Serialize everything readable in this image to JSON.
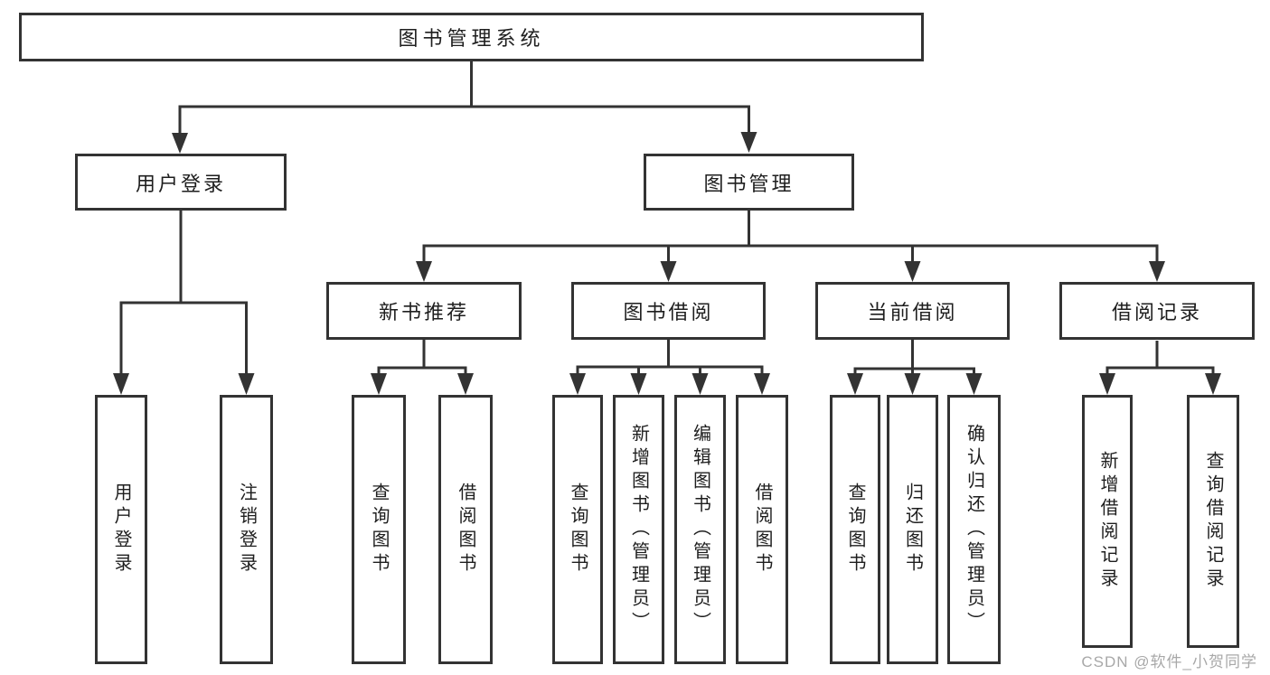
{
  "nodes": {
    "root": "图书管理系统",
    "level2": [
      "用户登录",
      "图书管理"
    ],
    "level3": [
      "新书推荐",
      "图书借阅",
      "当前借阅",
      "借阅记录"
    ],
    "leaves": [
      "用户登录",
      "注销登录",
      "查询图书",
      "借阅图书",
      "查询图书",
      "新增图书（管理员）",
      "编辑图书（管理员）",
      "借阅图书",
      "查询图书",
      "归还图书",
      "确认归还（管理员）",
      "新增借阅记录",
      "查询借阅记录"
    ]
  },
  "watermark": {
    "text": "CSDN @软件_小贺同学"
  },
  "colors": {
    "line": "#333333",
    "border": "#333333",
    "text": "#1e1e1e",
    "watermark": "#a8a8a8",
    "background": "#ffffff"
  }
}
